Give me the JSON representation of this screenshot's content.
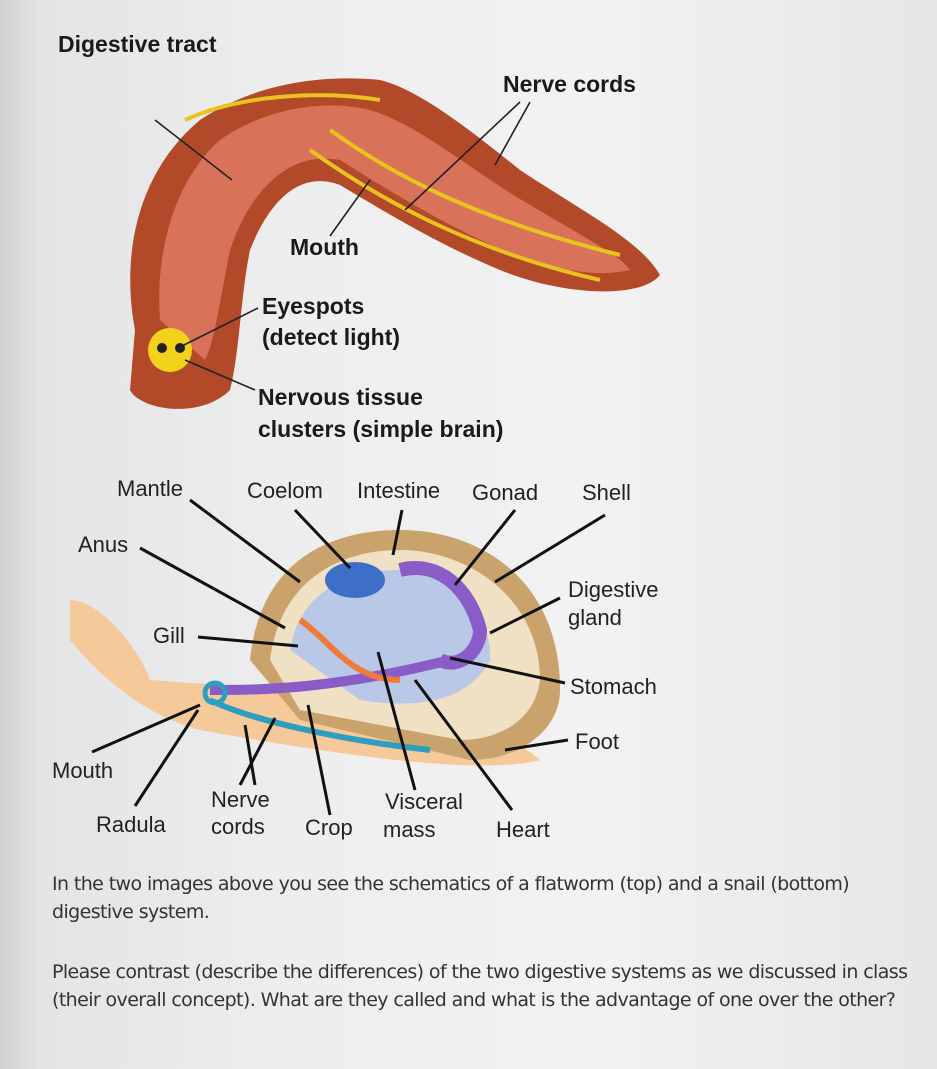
{
  "flatworm": {
    "title": "Digestive tract",
    "labels": {
      "nerve_cords": "Nerve cords",
      "mouth": "Mouth",
      "eyespots_1": "Eyespots",
      "eyespots_2": "(detect light)",
      "nervous_1": "Nervous tissue",
      "nervous_2": "clusters (simple brain)"
    }
  },
  "snail": {
    "labels": {
      "mantle": "Mantle",
      "coelom": "Coelom",
      "intestine": "Intestine",
      "gonad": "Gonad",
      "shell": "Shell",
      "anus": "Anus",
      "digestive_gland_1": "Digestive",
      "digestive_gland_2": "gland",
      "gill": "Gill",
      "stomach": "Stomach",
      "foot": "Foot",
      "mouth": "Mouth",
      "nerve_1": "Nerve",
      "nerve_2": "cords",
      "visceral_1": "Visceral",
      "visceral_2": "mass",
      "radula": "Radula",
      "crop": "Crop",
      "heart": "Heart"
    }
  },
  "question": {
    "p1": "In the two images above you see the schematics of a flatworm (top) and a snail (bottom) digestive system.",
    "p2": "Please contrast (describe the differences) of the two digestive systems as we discussed in class (their overall concept). What are they called and what is the advantage of one over the other?"
  }
}
